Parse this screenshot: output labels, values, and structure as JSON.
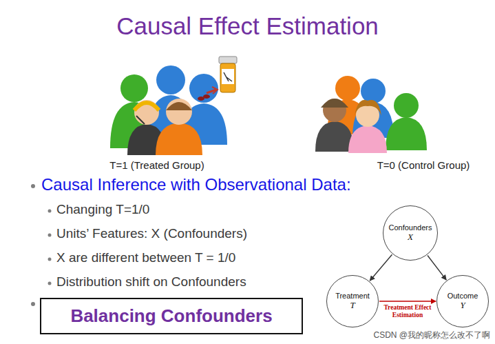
{
  "diagram": {
    "title": "Causal Effect Estimation",
    "nodes": [
      {
        "text": [
          "Confounders",
          "X"
        ]
      },
      {
        "text": [
          "Treatment",
          "T"
        ]
      },
      {
        "text": [
          "Outcome",
          "Y"
        ]
      },
      {
        "text": [
          "Balancing Confounders"
        ]
      }
    ],
    "edges": [
      {
        "from": 0,
        "to": 1,
        "arrow": "to"
      },
      {
        "from": 0,
        "to": 2,
        "arrow": "to"
      },
      {
        "from": 1,
        "to": 2,
        "arrow": "to",
        "label": "Treatment Effect Estimation"
      }
    ],
    "labels": [
      "T=1 (Treated Group)",
      "T=0 (Control Group)",
      "Causal Inference with Observational Data:",
      "Changing T=1/0",
      "Units’ Features: X (Confounders)",
      "X are different between T = 1/0",
      "Distribution shift on Confounders",
      "CSDN @我的昵称怎么改不了啊"
    ]
  }
}
